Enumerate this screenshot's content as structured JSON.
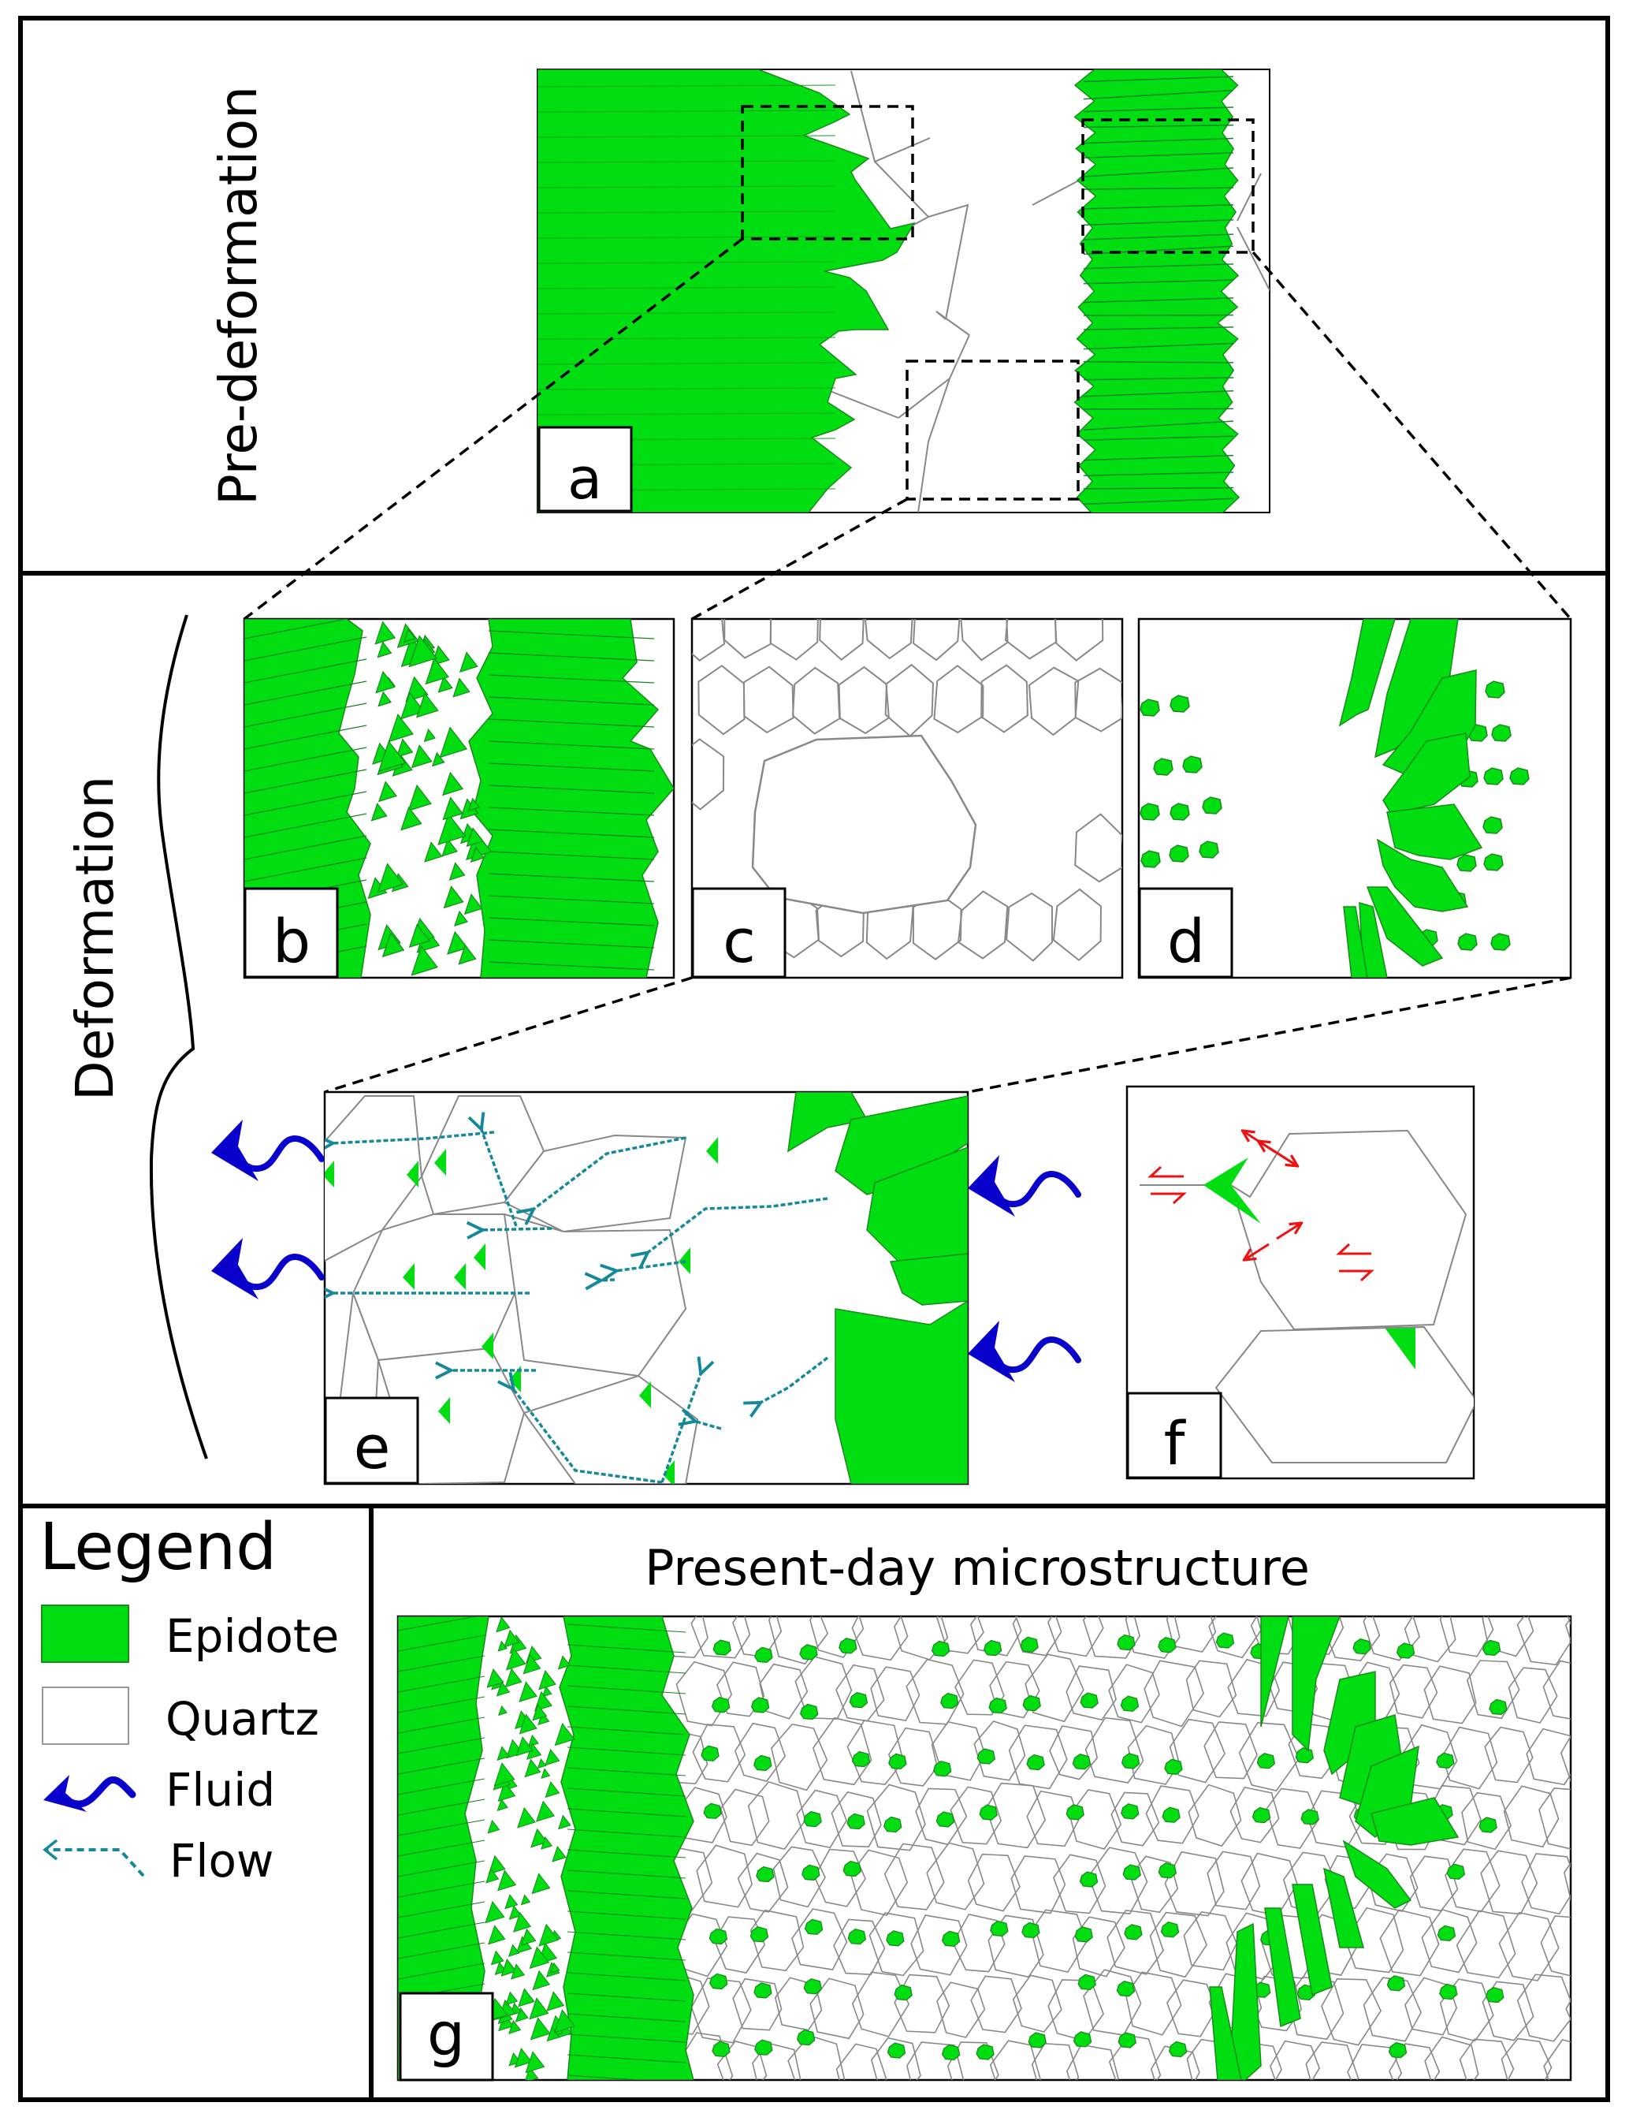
{
  "colors": {
    "epidote": "#00dd11",
    "epidote_stroke": "#1a8a1a",
    "quartz_stroke": "#888888",
    "fluid": "#0a00cc",
    "flow": "#15899a",
    "stress": "#ee1111",
    "frame": "#000000"
  },
  "sections": {
    "pre": {
      "title": "Pre-deformation"
    },
    "deformation": {
      "title": "Deformation"
    },
    "present": {
      "title": "Present-day microstructure"
    }
  },
  "panels": {
    "a": {
      "label": "a"
    },
    "b": {
      "label": "b"
    },
    "c": {
      "label": "c"
    },
    "d": {
      "label": "d"
    },
    "e": {
      "label": "e"
    },
    "f": {
      "label": "f"
    },
    "g": {
      "label": "g"
    }
  },
  "legend": {
    "title": "Legend",
    "items": [
      {
        "label": "Epidote",
        "icon": "epidote-swatch-icon"
      },
      {
        "label": "Quartz",
        "icon": "quartz-swatch-icon"
      },
      {
        "label": "Fluid",
        "icon": "fluid-arrow-icon"
      },
      {
        "label": "Flow",
        "icon": "flow-arrow-icon"
      }
    ]
  }
}
